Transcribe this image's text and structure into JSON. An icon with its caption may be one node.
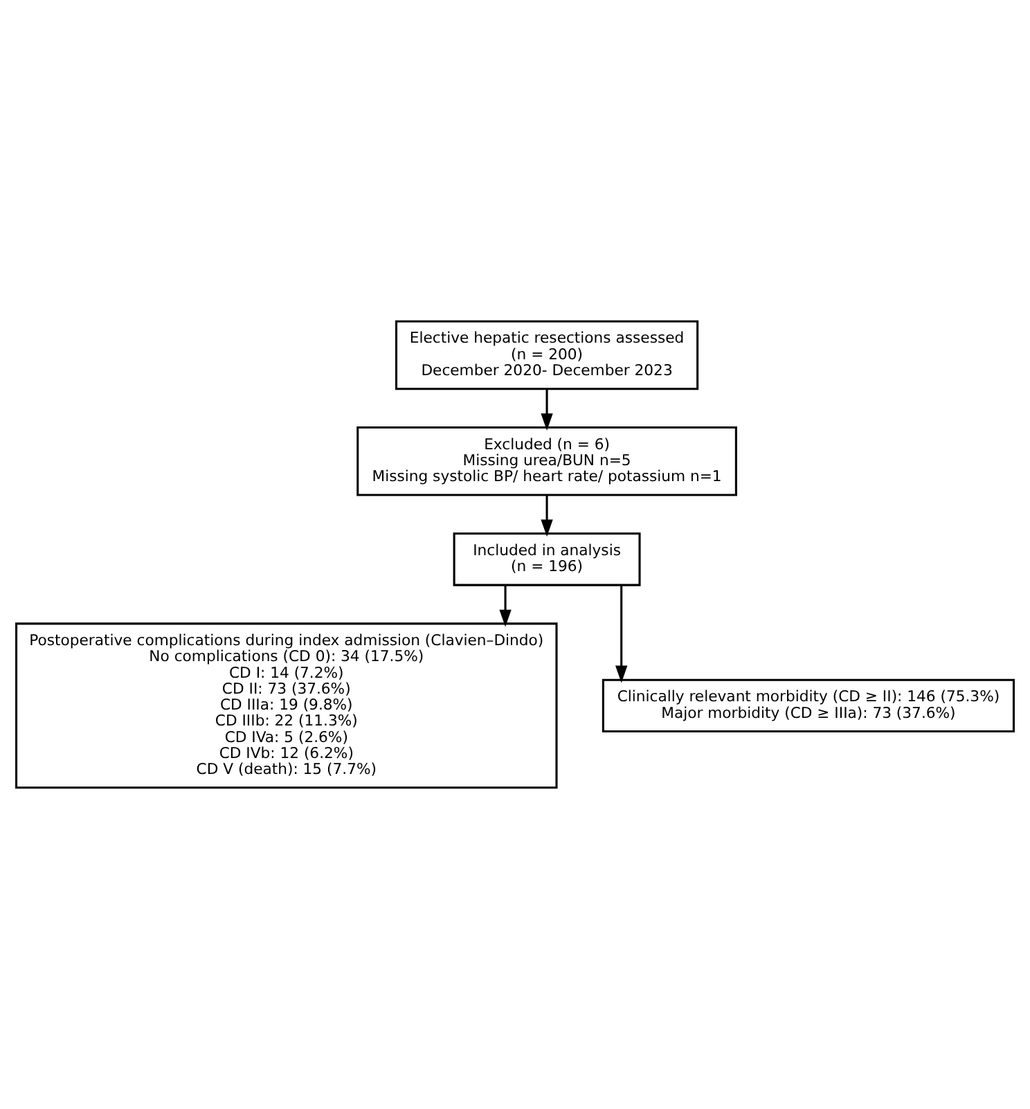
{
  "diagram": {
    "nodes": [
      {
        "text": [
          "Elective hepatic resections assessed",
          "(n = 200)",
          "December 2020- December 2023"
        ]
      },
      {
        "text": [
          "Excluded (n = 6)",
          "Missing urea/BUN n=5",
          "Missing systolic BP/ heart rate/ potassium n=1"
        ]
      },
      {
        "text": [
          "Included in analysis",
          "(n = 196)"
        ]
      },
      {
        "text": [
          "Postoperative complications during index admission (Clavien–Dindo)",
          "No complications (CD 0): 34 (17.5%)",
          "CD I: 14 (7.2%)",
          "CD II: 73 (37.6%)",
          "CD IIIa: 19 (9.8%)",
          "CD IIIb: 22 (11.3%)",
          "CD IVa: 5 (2.6%)",
          "CD IVb: 12 (6.2%)",
          "CD V (death): 15 (7.7%)"
        ]
      },
      {
        "text": [
          "Clinically relevant morbidity (CD ≥ II): 146 (75.3%)",
          "Major morbidity (CD ≥ IIIa): 73 (37.6%)"
        ]
      }
    ],
    "edges": [
      {
        "from": 0,
        "to": 1,
        "arrow": "to"
      },
      {
        "from": 1,
        "to": 2,
        "arrow": "to"
      },
      {
        "from": 2,
        "to": 3,
        "arrow": "to"
      },
      {
        "from": 2,
        "to": 4,
        "arrow": "to"
      }
    ]
  }
}
